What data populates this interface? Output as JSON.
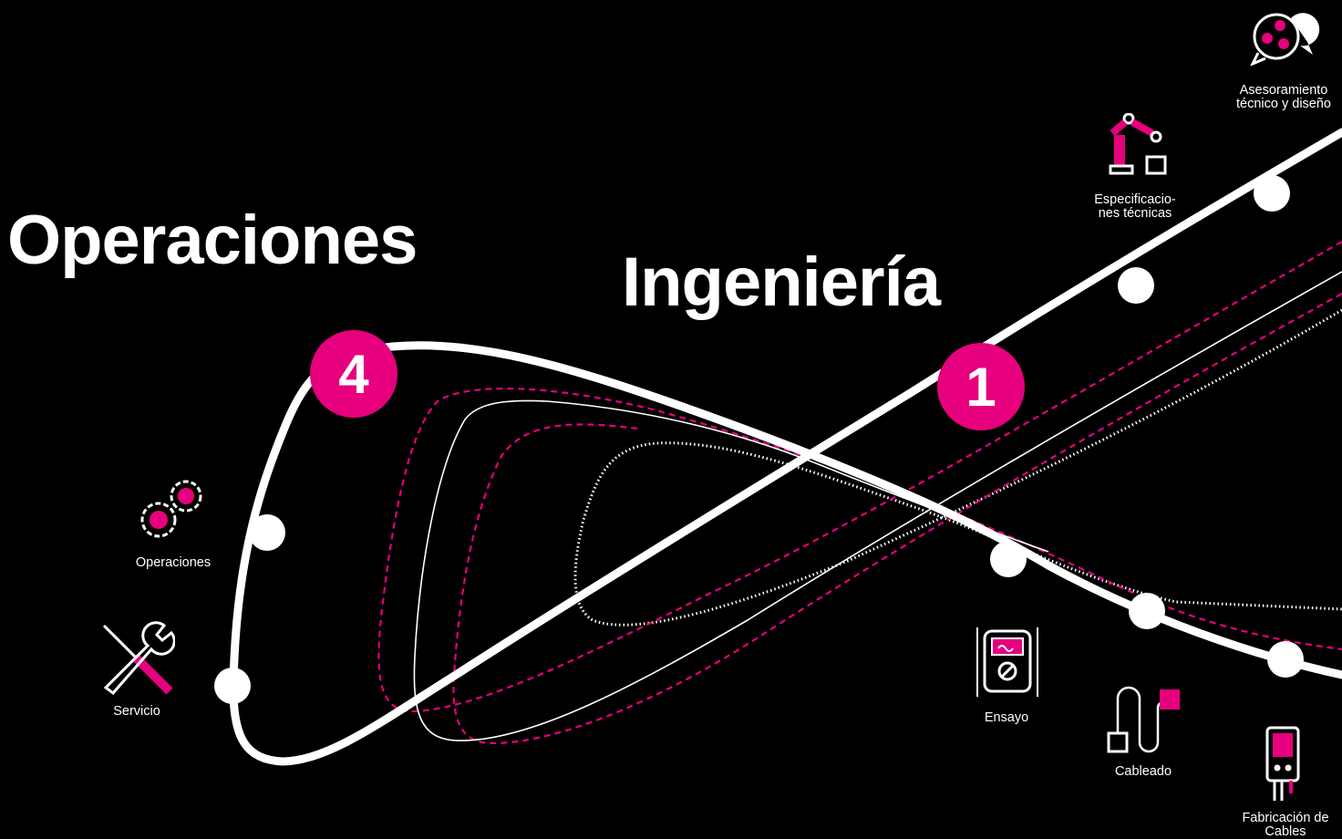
{
  "headings": {
    "operaciones": "Operaciones",
    "ingenieria": "Ingeniería"
  },
  "badges": {
    "one": "1",
    "four": "4"
  },
  "stages": {
    "asesoramiento": "Asesoramiento técnico y diseño",
    "especificaciones": "Especificacio- nes técnicas",
    "ensayo": "Ensayo",
    "cableado": "Cableado",
    "fabricacion": "Fabricación de Cables",
    "operaciones": "Operaciones",
    "servicio": "Servicio"
  },
  "colors": {
    "background": "#000000",
    "accent": "#e6007e",
    "line": "#ffffff"
  },
  "icons": {
    "asesoramiento": "chat-gears-icon",
    "especificaciones": "robot-arm-icon",
    "ensayo": "multimeter-icon",
    "cableado": "cable-icon",
    "fabricacion": "connector-icon",
    "operaciones": "gears-icon",
    "servicio": "tools-icon"
  }
}
